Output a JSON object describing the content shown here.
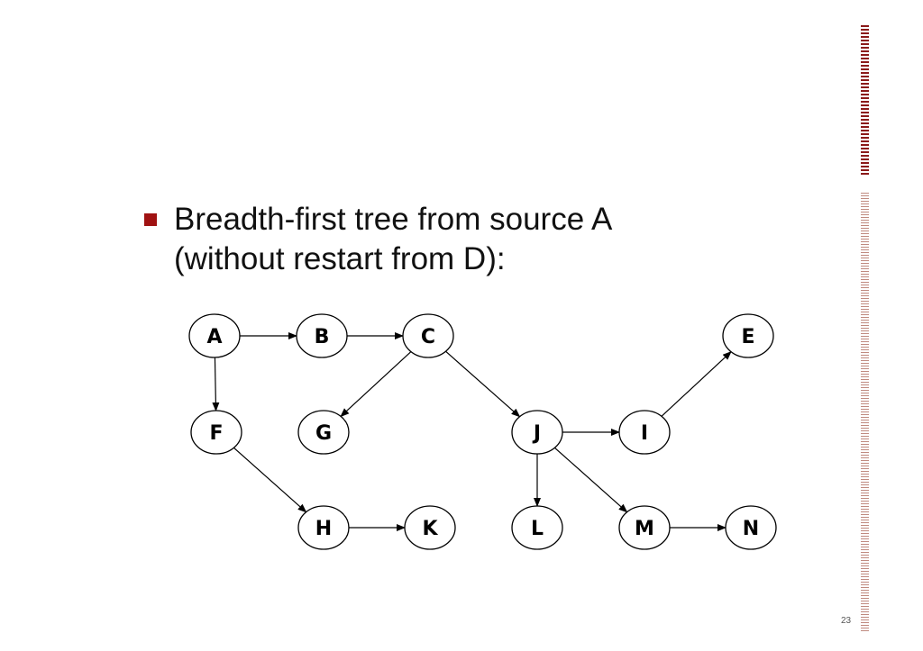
{
  "bullet": {
    "line1": "Breadth-first tree from source A",
    "line2": "(without restart from D):"
  },
  "graph": {
    "nodes": [
      {
        "id": "A"
      },
      {
        "id": "B"
      },
      {
        "id": "C"
      },
      {
        "id": "E"
      },
      {
        "id": "F"
      },
      {
        "id": "G"
      },
      {
        "id": "J"
      },
      {
        "id": "I"
      },
      {
        "id": "H"
      },
      {
        "id": "K"
      },
      {
        "id": "L"
      },
      {
        "id": "M"
      },
      {
        "id": "N"
      }
    ],
    "edges": [
      {
        "from": "A",
        "to": "B"
      },
      {
        "from": "B",
        "to": "C"
      },
      {
        "from": "A",
        "to": "F"
      },
      {
        "from": "C",
        "to": "G"
      },
      {
        "from": "C",
        "to": "J"
      },
      {
        "from": "J",
        "to": "I"
      },
      {
        "from": "I",
        "to": "E"
      },
      {
        "from": "F",
        "to": "H"
      },
      {
        "from": "H",
        "to": "K"
      },
      {
        "from": "J",
        "to": "L"
      },
      {
        "from": "J",
        "to": "M"
      },
      {
        "from": "M",
        "to": "N"
      }
    ]
  },
  "page_number": "23",
  "colors": {
    "accent": "#a01212",
    "decoration": "#8b1a1a"
  }
}
